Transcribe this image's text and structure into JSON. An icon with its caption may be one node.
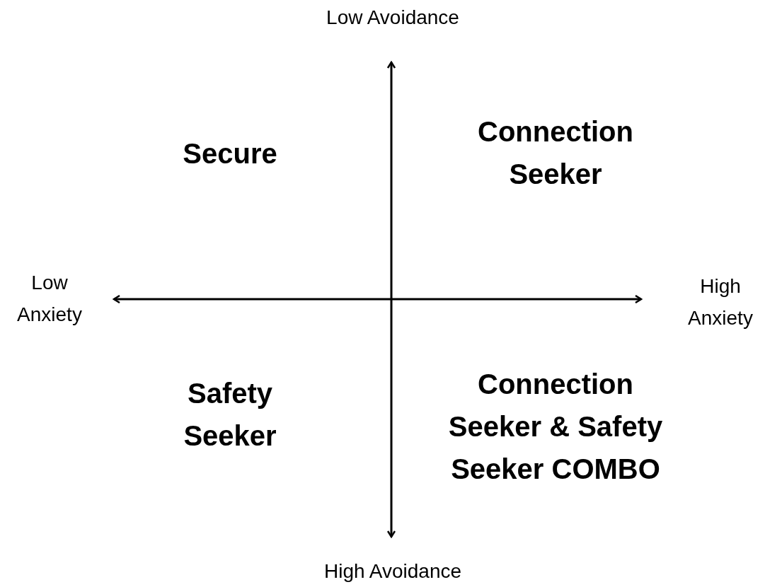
{
  "diagram": {
    "labels": [
      "Low Avoidance",
      "Secure",
      "Connection Seeker",
      "Low Anxiety",
      "High Anxiety",
      "Safety Seeker",
      "Connection Seeker & Safety Seeker COMBO",
      "High Avoidance"
    ]
  }
}
